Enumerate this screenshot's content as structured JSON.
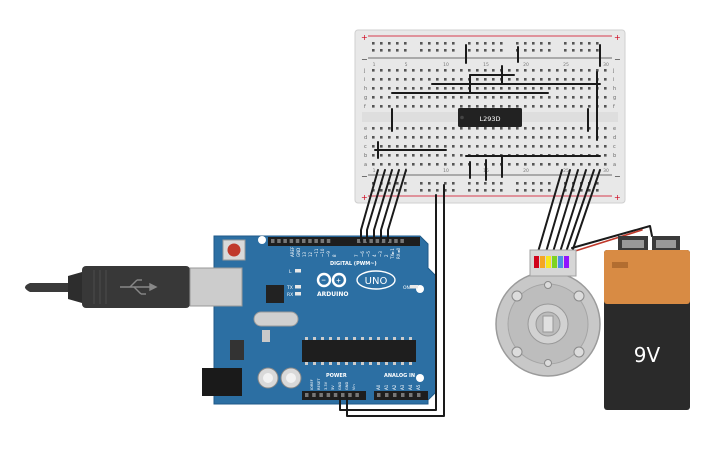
{
  "breadboard": {
    "chip_label": "L293D",
    "row_letters_top": [
      "j",
      "i",
      "h",
      "g",
      "f"
    ],
    "row_letters_bottom": [
      "e",
      "d",
      "c",
      "b",
      "a"
    ],
    "rail_plus": "+",
    "rail_minus": "−",
    "column_numbers": [
      "1",
      "5",
      "10",
      "15",
      "20",
      "25",
      "30"
    ]
  },
  "arduino": {
    "logo_text": "ARDUINO",
    "uno_text": "UNO",
    "digital_label": "DIGITAL (PWM~)",
    "power_label": "POWER",
    "analog_label": "ANALOG IN",
    "on_label": "ON",
    "led_l": "L",
    "led_tx": "TX",
    "led_rx": "RX",
    "aref_label": "AREF",
    "gnd_label": "GND",
    "power_pins": [
      "IOREF",
      "RESET",
      "3.3V",
      "5V",
      "GND",
      "GND",
      "Vin"
    ],
    "analog_pins": [
      "A0",
      "A1",
      "A2",
      "A3",
      "A4",
      "A5"
    ],
    "digital_pins": [
      "13",
      "12",
      "~11",
      "~10",
      "~9",
      "8",
      "7",
      "~6",
      "~5",
      "4",
      "~3",
      "2",
      "TX►1",
      "RX◄0"
    ]
  },
  "battery": {
    "label": "9V"
  },
  "colors": {
    "board_blue": "#2c6fa3",
    "breadboard": "#e9e9e9",
    "rail_red": "#d0021b",
    "wire_black": "#1a1a1a",
    "battery_orange": "#d88b44",
    "battery_black": "#2a2a2a",
    "motor_grey": "#c8c8c8"
  }
}
